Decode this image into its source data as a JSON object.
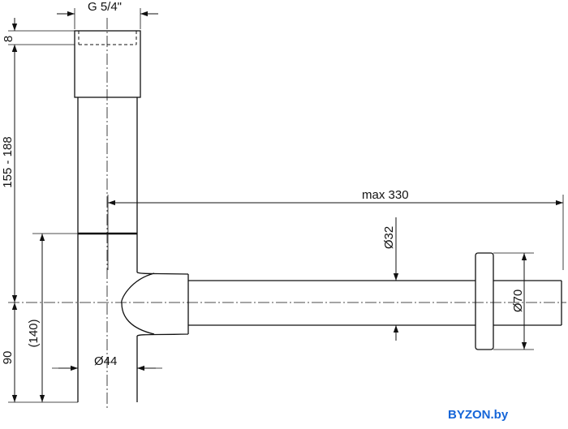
{
  "drawing": {
    "labels": {
      "thread": "G 5/4\"",
      "top_height": "8",
      "height_range": "155 - 188",
      "bottom_height": "90",
      "ref_height": "(140)",
      "body_diameter": "Ø44",
      "pipe_length": "max 330",
      "pipe_diameter": "Ø32",
      "flange_diameter": "Ø70"
    }
  },
  "watermark": {
    "text": "BYZON.by",
    "color": "#1565d8"
  }
}
